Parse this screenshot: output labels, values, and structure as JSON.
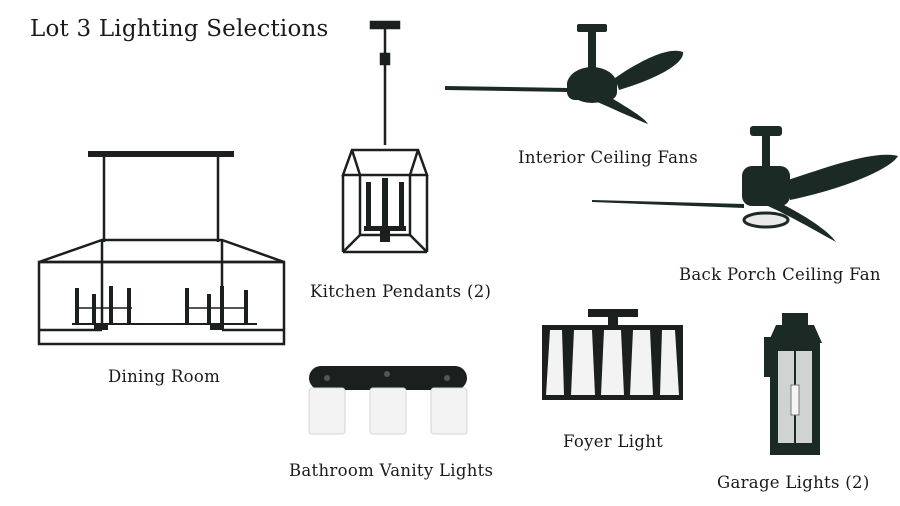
{
  "title": "Lot 3 Lighting Selections",
  "captions": {
    "dining": "Dining Room",
    "kitchen": "Kitchen Pendants (2)",
    "interior_fans": "Interior Ceiling Fans",
    "porch_fan": "Back Porch Ceiling Fan",
    "bathroom": "Bathroom Vanity Lights",
    "foyer": "Foyer Light",
    "garage": "Garage Lights (2)"
  },
  "colors": {
    "fixture": "#1b1f1d",
    "fan_green": "#1c2a26",
    "glass": "#f3f3f3"
  }
}
